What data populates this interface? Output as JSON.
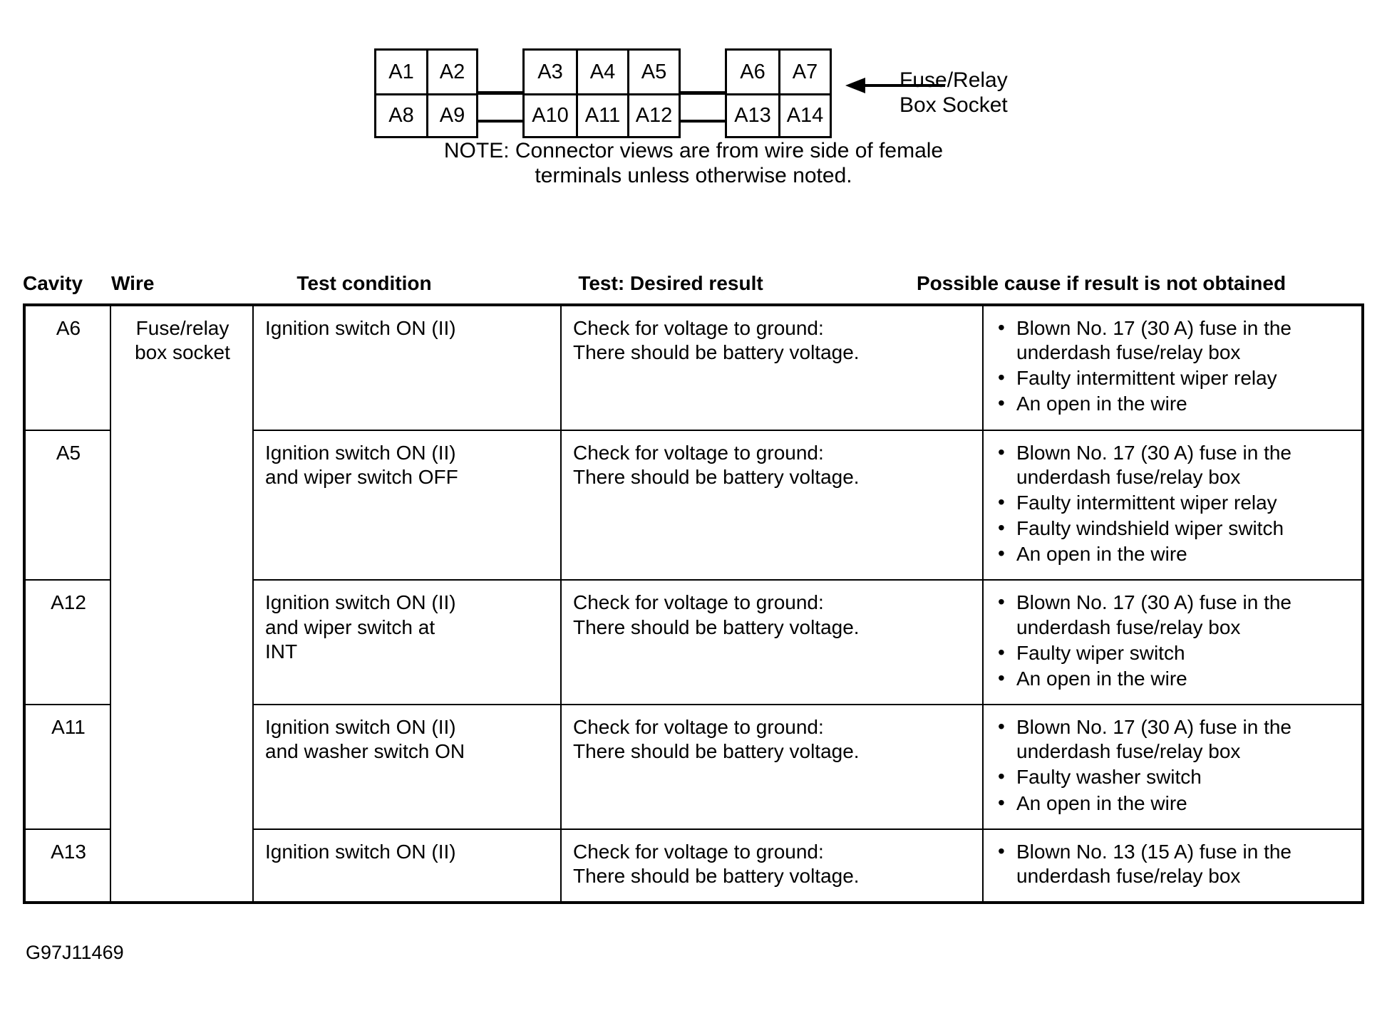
{
  "diagram": {
    "title": "Fuse/Relay Box Socket connector view",
    "callout_label": "Fuse/Relay\nBox Socket",
    "blocks": [
      {
        "top": [
          "A1",
          "A2"
        ],
        "bottom": [
          "A8",
          "A9"
        ]
      },
      {
        "top": [
          "A3",
          "A4",
          "A5"
        ],
        "bottom": [
          "A10",
          "A11",
          "A12"
        ]
      },
      {
        "top": [
          "A6",
          "A7"
        ],
        "bottom": [
          "A13",
          "A14"
        ]
      }
    ],
    "note": "NOTE: Connector views are from wire side of female\nterminals unless otherwise noted."
  },
  "table": {
    "headers": {
      "cavity": "Cavity",
      "wire": "Wire",
      "condition": "Test condition",
      "result": "Test: Desired result",
      "cause": "Possible cause if result is not obtained"
    },
    "wire_label": "Fuse/relay\nbox socket",
    "rows": [
      {
        "cavity": "A6",
        "condition": "Ignition switch ON (II)",
        "result": "Check for voltage to ground:\nThere should be battery voltage.",
        "causes": [
          "Blown No. 17 (30 A) fuse in the underdash fuse/relay box",
          "Faulty intermittent wiper relay",
          "An open in the wire"
        ]
      },
      {
        "cavity": "A5",
        "condition": "Ignition switch ON (II)\nand wiper switch OFF",
        "result": "Check for voltage to ground:\nThere should be battery voltage.",
        "causes": [
          "Blown No. 17 (30 A) fuse in the underdash fuse/relay box",
          "Faulty intermittent wiper relay",
          "Faulty windshield wiper switch",
          "An open in the wire"
        ]
      },
      {
        "cavity": "A12",
        "condition": "Ignition switch ON (II)\nand wiper switch at\nINT",
        "result": "Check for voltage to ground:\nThere should be battery voltage.",
        "causes": [
          "Blown No. 17 (30 A) fuse in the underdash fuse/relay box",
          "Faulty wiper switch",
          "An open in the wire"
        ]
      },
      {
        "cavity": "A11",
        "condition": "Ignition switch ON (II)\nand washer switch ON",
        "result": "Check for voltage to ground:\nThere should be battery voltage.",
        "causes": [
          "Blown No. 17 (30 A) fuse in the underdash fuse/relay box",
          "Faulty washer switch",
          "An open in the wire"
        ]
      },
      {
        "cavity": "A13",
        "condition": "Ignition switch ON (II)",
        "result": "Check for voltage to ground:\nThere should be battery voltage.",
        "causes": [
          "Blown No. 13 (15 A) fuse in the underdash fuse/relay box"
        ]
      }
    ]
  },
  "footer": {
    "code": "G97J11469"
  }
}
